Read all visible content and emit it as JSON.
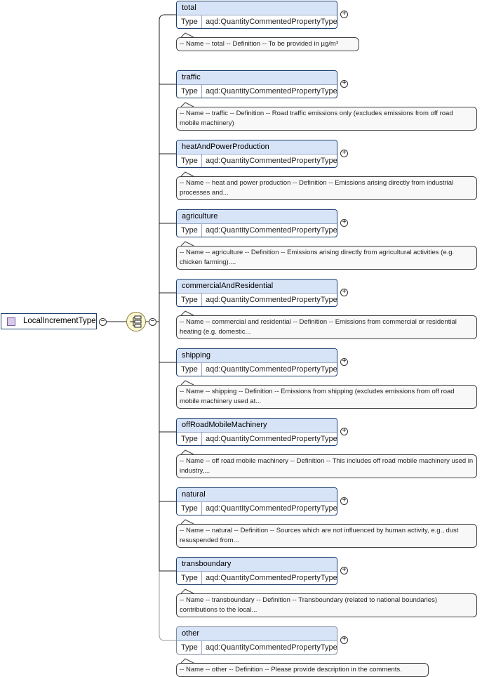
{
  "root": {
    "label": "LocalIncrementType",
    "icon": "complex-type-icon"
  },
  "compositor": {
    "kind": "sequence",
    "icon": "sequence-compositor-icon"
  },
  "type_label": "Type",
  "elements": [
    {
      "name": "total",
      "type": "aqd:QuantityCommentedPropertyType",
      "optional": false,
      "annotation": "-- Name -- total -- Definition -- To be provided in µg/m³"
    },
    {
      "name": "traffic",
      "type": "aqd:QuantityCommentedPropertyType",
      "optional": false,
      "annotation": "-- Name -- traffic -- Definition -- Road traffic emissions only (excludes emissions from off road mobile machinery)"
    },
    {
      "name": "heatAndPowerProduction",
      "type": "aqd:QuantityCommentedPropertyType",
      "optional": false,
      "annotation": "-- Name -- heat and power production -- Definition -- Emissions arising directly from industrial processes and..."
    },
    {
      "name": "agriculture",
      "type": "aqd:QuantityCommentedPropertyType",
      "optional": false,
      "annotation": "-- Name -- agriculture -- Definition -- Emissions arising directly from agricultural activities (e.g. chicken farming)...."
    },
    {
      "name": "commercialAndResidential",
      "type": "aqd:QuantityCommentedPropertyType",
      "optional": false,
      "annotation": "-- Name -- commercial and residential -- Definition -- Emissions from commercial or residential heating (e.g. domestic..."
    },
    {
      "name": "shipping",
      "type": "aqd:QuantityCommentedPropertyType",
      "optional": false,
      "annotation": "-- Name -- shipping -- Definition -- Emissions from shipping (excludes emissions from off road mobile machinery used at..."
    },
    {
      "name": "offRoadMobileMachinery",
      "type": "aqd:QuantityCommentedPropertyType",
      "optional": false,
      "annotation": "-- Name -- off road mobile machinery -- Definition -- This includes off road mobile machinery used in industry,..."
    },
    {
      "name": "natural",
      "type": "aqd:QuantityCommentedPropertyType",
      "optional": false,
      "annotation": "-- Name -- natural -- Definition -- Sources which are not influenced by human activity, e.g., dust resuspended from..."
    },
    {
      "name": "transboundary",
      "type": "aqd:QuantityCommentedPropertyType",
      "optional": false,
      "annotation": "-- Name -- transboundary -- Definition -- Transboundary (related to national boundaries) contributions to the local..."
    },
    {
      "name": "other",
      "type": "aqd:QuantityCommentedPropertyType",
      "optional": true,
      "annotation": "-- Name -- other -- Definition -- Please provide description in the comments."
    }
  ]
}
